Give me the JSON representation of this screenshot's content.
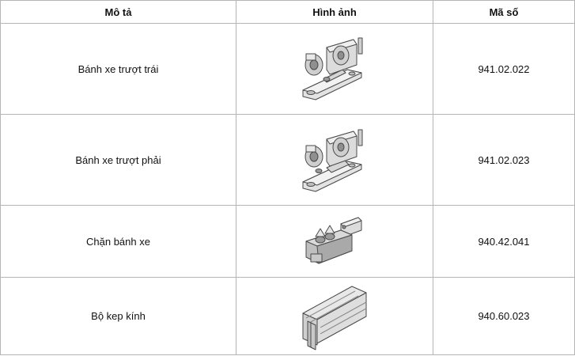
{
  "headers": {
    "description": "Mô tả",
    "image": "Hình ảnh",
    "code": "Mã số"
  },
  "rows": [
    {
      "description": "Bánh xe trượt trái",
      "image_icon": "left-sliding-wheel-icon",
      "code": "941.02.022"
    },
    {
      "description": "Bánh xe trượt phải",
      "image_icon": "right-sliding-wheel-icon",
      "code": "941.02.023"
    },
    {
      "description": "Chặn bánh xe",
      "image_icon": "wheel-stopper-icon",
      "code": "940.42.041"
    },
    {
      "description": "Bộ kep kính",
      "image_icon": "glass-clamp-icon",
      "code": "940.60.023"
    }
  ]
}
